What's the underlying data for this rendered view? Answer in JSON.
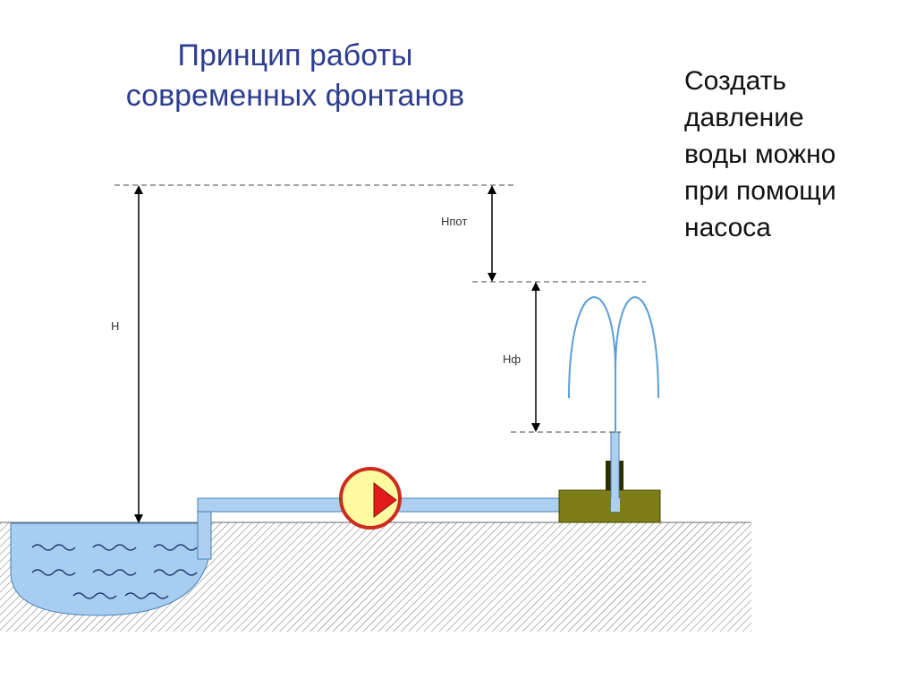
{
  "title": {
    "line1": "Принцип работы",
    "line2": "современных фонтанов"
  },
  "side_note": {
    "lines": [
      "Создать",
      "давление",
      "воды можно",
      "при помощи",
      "насоса"
    ]
  },
  "diagram": {
    "labels": {
      "total_height": "H",
      "loss_height": "Hпот",
      "fountain_height": "Hф"
    },
    "colors": {
      "water": "#a7cdf0",
      "water_outline": "#4a7fb5",
      "ground_hatch": "#666666",
      "pipe_fill": "#aed0f0",
      "pump_fill": "#fffaa0",
      "pump_ring": "#cc2b1d",
      "pump_arrow": "#e21b1b",
      "nozzle_base": "#7d7d1a",
      "jet": "#5a9fd8"
    }
  }
}
